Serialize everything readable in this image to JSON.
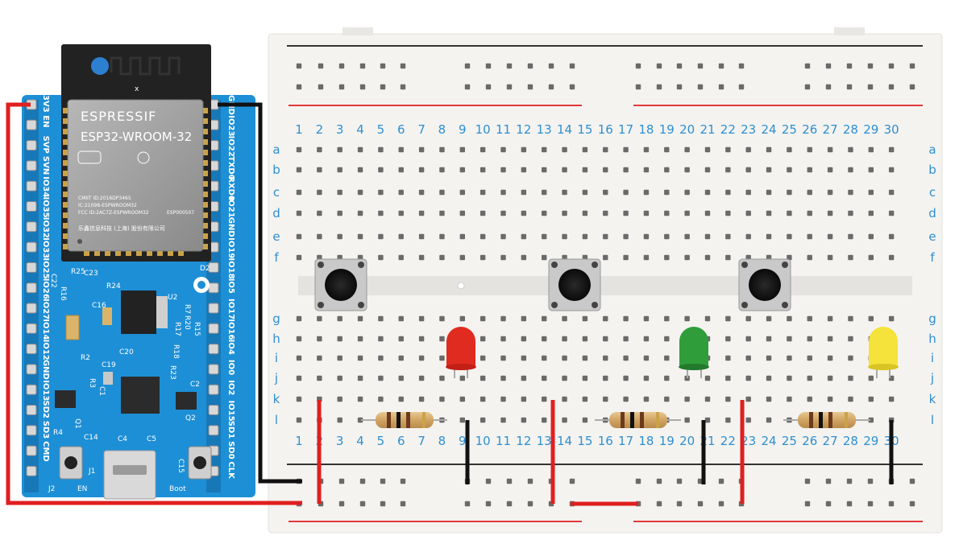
{
  "module": {
    "brand": "ESPRESSIF",
    "model": "ESP32-WROOM-32",
    "fine_print": [
      "CMIIT ID:2016DP3465",
      "IC:21098-ESPWROOM32",
      "FCC ID:2AC7Z-ESPWROOM32",
      "乐鑫信息科技 (上海)  股份有限公司"
    ],
    "code": "ESP000507",
    "antenna_mark": "x"
  },
  "board": {
    "left_pins": [
      "3V3",
      "EN",
      "SVP",
      "SVN",
      "IO34",
      "IO35",
      "IO32",
      "IO33",
      "IO25",
      "IO26",
      "IO27",
      "IO14",
      "IO12",
      "GND",
      "IO13",
      "SD2",
      "SD3",
      "CMD"
    ],
    "right_pins": [
      "GND",
      "IO23",
      "IO22",
      "TXD0",
      "RXD0",
      "IO21",
      "GND",
      "IO19",
      "IO18",
      "IO5",
      "IO17",
      "IO16",
      "IO4",
      "IO0",
      "IO2",
      "IO15",
      "SD1",
      "SD0",
      "CLK"
    ],
    "silk": [
      "R25",
      "C23",
      "R24",
      "U2",
      "D2",
      "C22",
      "R16",
      "R7",
      "R15",
      "R20",
      "R17",
      "C16",
      "R18",
      "R23",
      "C19",
      "C20",
      "R2",
      "R3",
      "C2",
      "C1",
      "Q2",
      "C14",
      "Q1",
      "C4",
      "C5",
      "C15",
      "R4",
      "J1",
      "J2",
      "EN",
      "Boot"
    ]
  },
  "breadboard": {
    "columns": [
      "1",
      "2",
      "3",
      "4",
      "5",
      "6",
      "7",
      "8",
      "9",
      "10",
      "11",
      "12",
      "13",
      "14",
      "15",
      "16",
      "17",
      "18",
      "19",
      "20",
      "21",
      "22",
      "23",
      "24",
      "25",
      "26",
      "27",
      "28",
      "29",
      "30"
    ],
    "rows_top": [
      "a",
      "b",
      "c",
      "d",
      "e",
      "f"
    ],
    "rows_bottom": [
      "g",
      "h",
      "i",
      "j",
      "k",
      "l"
    ]
  },
  "components": {
    "buttons": [
      "button-1",
      "button-2",
      "button-3"
    ],
    "leds": [
      {
        "name": "red-led",
        "color": "#e02b20"
      },
      {
        "name": "green-led",
        "color": "#2f9e3a"
      },
      {
        "name": "yellow-led",
        "color": "#f5e23a"
      }
    ],
    "resistors": [
      "resistor-1",
      "resistor-2",
      "resistor-3"
    ]
  },
  "colors": {
    "board_blue": "#1d8fd6",
    "module_black": "#222222",
    "shield_silver": "#9a9a9a",
    "breadboard": "#f4f3f0",
    "hole": "#6a6a6a",
    "rail_red": "#e2393c",
    "rail_black": "#333333",
    "wire_red": "#e01f1f",
    "wire_black": "#111111"
  }
}
